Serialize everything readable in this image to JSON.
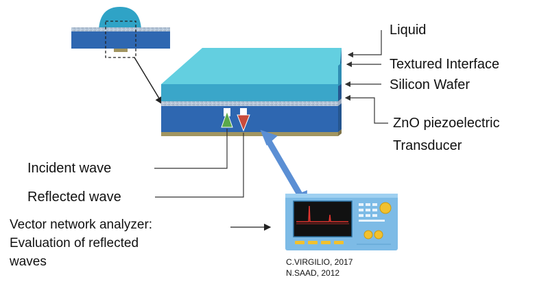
{
  "labels": {
    "liquid": "Liquid",
    "textured_interface": "Textured Interface",
    "silicon_wafer": "Silicon Wafer",
    "zno_line1": "ZnO piezoelectric",
    "zno_line2": "Transducer",
    "incident_wave": "Incident wave",
    "reflected_wave": "Reflected wave",
    "vna_line1": "Vector network analyzer:",
    "vna_line2": "Evaluation of reflected",
    "vna_line3": "waves"
  },
  "credits": {
    "line1": "C.VIRGILIO,  2017",
    "line2": "N.SAAD, 2012"
  },
  "colors": {
    "liquid_top": "#63cfe0",
    "liquid_front": "#3aa6c9",
    "wafer_front": "#2e67b1",
    "textured": "#b7c7d9",
    "transducer": "#a29560",
    "arrow_blue": "#5b8fd4",
    "incident_green": "#5aa94a",
    "reflected_red": "#c94b3c",
    "instrument_body": "#7dbbe6",
    "instrument_screen": "#111111",
    "instrument_knob": "#f2c12e"
  }
}
